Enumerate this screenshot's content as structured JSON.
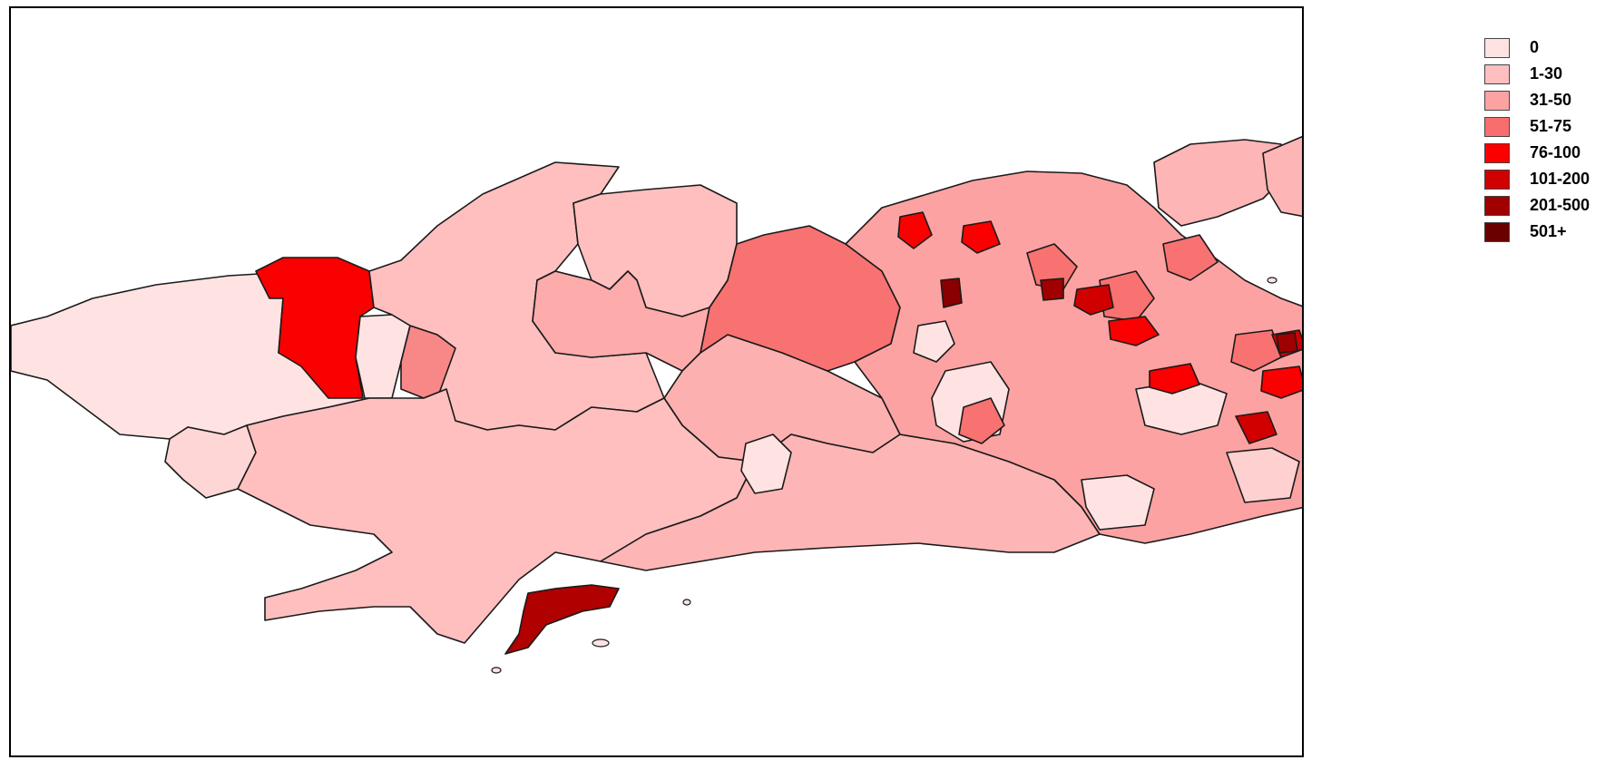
{
  "legend": {
    "items": [
      {
        "label": "0",
        "color": "#ffe3e3"
      },
      {
        "label": "1-30",
        "color": "#ffbfbf"
      },
      {
        "label": "31-50",
        "color": "#fda2a2"
      },
      {
        "label": "51-75",
        "color": "#f86e6e"
      },
      {
        "label": "76-100",
        "color": "#fb0000"
      },
      {
        "label": "101-200",
        "color": "#d10000"
      },
      {
        "label": "201-500",
        "color": "#a00000"
      },
      {
        "label": "501+",
        "color": "#6a0000"
      }
    ]
  }
}
